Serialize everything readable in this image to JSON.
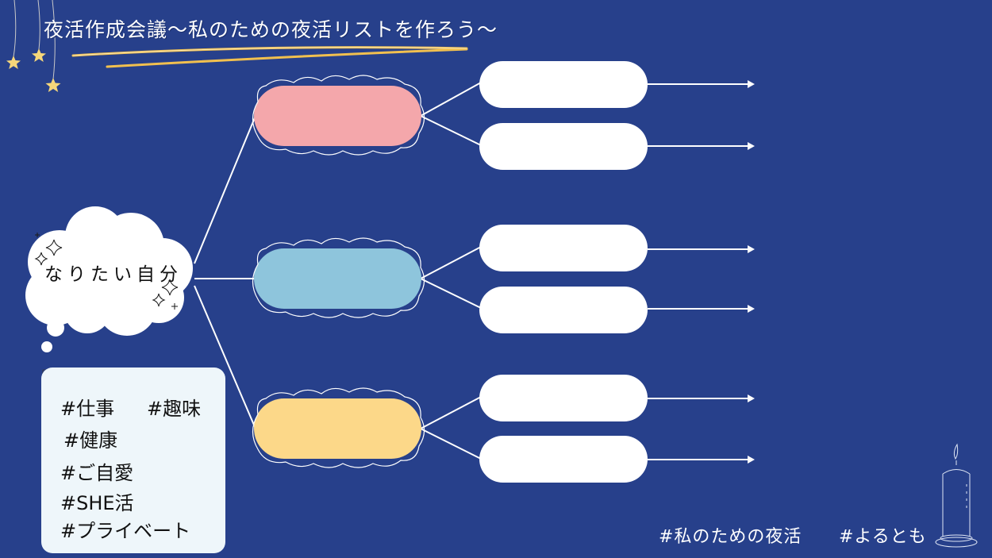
{
  "title": "夜活作成会議〜私のための夜活リストを作ろう〜",
  "goal": "なりたい自分",
  "tags": [
    "#仕事",
    "#趣味",
    "#健康",
    "#ご自愛",
    "#SHE活",
    "#プライベート"
  ],
  "footer_tags": [
    "#私のための夜活",
    "#よるとも"
  ],
  "colors": {
    "background": "#27408b",
    "category_1": "#f4a7ab",
    "category_2": "#8ec5dc",
    "category_3": "#fcd889",
    "accent_underline": "#f1c04f",
    "star": "#f6d77a"
  }
}
